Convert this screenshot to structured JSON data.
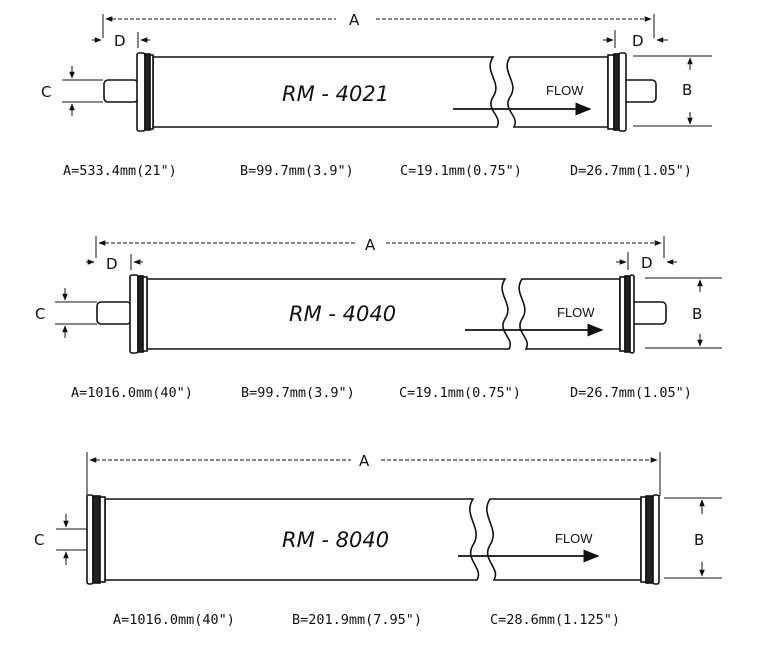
{
  "flow_label": "FLOW",
  "membranes": [
    {
      "model": "RM - 4021",
      "dim_labels": {
        "A": "A",
        "B": "B",
        "C": "C",
        "D": "D"
      },
      "specs": [
        "A=533.4mm(21\")",
        "B=99.7mm(3.9\")",
        "C=19.1mm(0.75\")",
        "D=26.7mm(1.05\")"
      ]
    },
    {
      "model": "RM - 4040",
      "dim_labels": {
        "A": "A",
        "B": "B",
        "C": "C",
        "D": "D"
      },
      "specs": [
        "A=1016.0mm(40\")",
        "B=99.7mm(3.9\")",
        "C=19.1mm(0.75\")",
        "D=26.7mm(1.05\")"
      ]
    },
    {
      "model": "RM - 8040",
      "dim_labels": {
        "A": "A",
        "B": "B",
        "C": "C"
      },
      "specs": [
        "A=1016.0mm(40\")",
        "B=201.9mm(7.95\")",
        "C=28.6mm(1.125\")"
      ]
    }
  ]
}
